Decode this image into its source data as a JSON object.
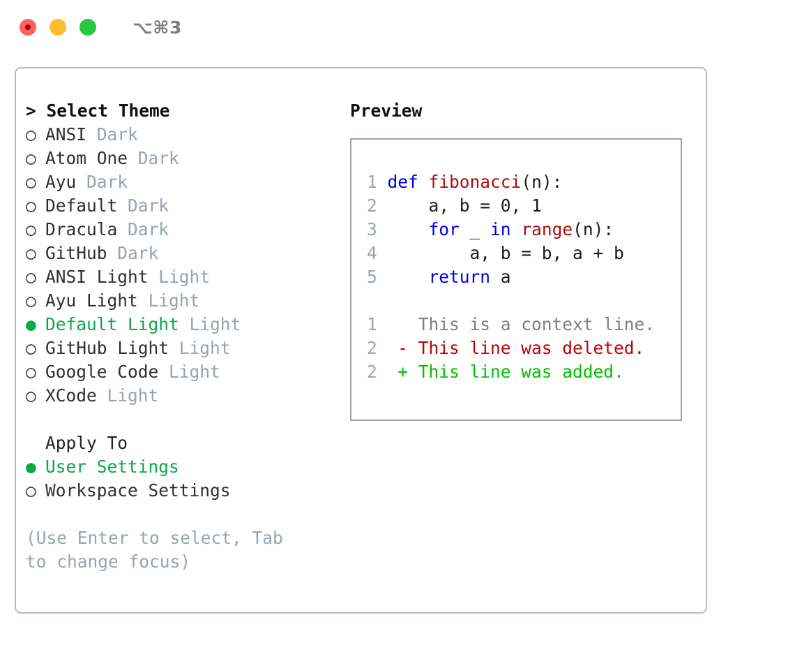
{
  "titlebar": {
    "shortcut": "⌥⌘3",
    "lights": [
      "close",
      "minimize",
      "maximize"
    ]
  },
  "theme_picker": {
    "header_prefix": ">",
    "header": "Select Theme",
    "selected_marker": "●",
    "unselected_marker": "○",
    "items": [
      {
        "name": "ANSI",
        "tag": "Dark",
        "selected": false
      },
      {
        "name": "Atom One",
        "tag": "Dark",
        "selected": false
      },
      {
        "name": "Ayu",
        "tag": "Dark",
        "selected": false
      },
      {
        "name": "Default",
        "tag": "Dark",
        "selected": false
      },
      {
        "name": "Dracula",
        "tag": "Dark",
        "selected": false
      },
      {
        "name": "GitHub",
        "tag": "Dark",
        "selected": false
      },
      {
        "name": "ANSI Light",
        "tag": "Light",
        "selected": false
      },
      {
        "name": "Ayu Light",
        "tag": "Light",
        "selected": false
      },
      {
        "name": "Default Light",
        "tag": "Light",
        "selected": true
      },
      {
        "name": "GitHub Light",
        "tag": "Light",
        "selected": false
      },
      {
        "name": "Google Code",
        "tag": "Light",
        "selected": false
      },
      {
        "name": "XCode",
        "tag": "Light",
        "selected": false
      }
    ]
  },
  "apply_to": {
    "label": "Apply To",
    "options": [
      {
        "name": "User Settings",
        "selected": true
      },
      {
        "name": "Workspace Settings",
        "selected": false
      }
    ]
  },
  "hint": "(Use Enter to select, Tab to change focus)",
  "preview": {
    "title": "Preview",
    "code_lines": [
      {
        "num": "1",
        "indent": "",
        "tokens": [
          {
            "t": "def",
            "c": "kw"
          },
          {
            "t": " ",
            "c": "plain"
          },
          {
            "t": "fibonacci",
            "c": "fn"
          },
          {
            "t": "(n):",
            "c": "plain"
          }
        ]
      },
      {
        "num": "2",
        "indent": "    ",
        "tokens": [
          {
            "t": "a, b = 0, 1",
            "c": "plain"
          }
        ]
      },
      {
        "num": "3",
        "indent": "    ",
        "tokens": [
          {
            "t": "for",
            "c": "kw"
          },
          {
            "t": " _ ",
            "c": "plain"
          },
          {
            "t": "in",
            "c": "kw"
          },
          {
            "t": " ",
            "c": "plain"
          },
          {
            "t": "range",
            "c": "fn"
          },
          {
            "t": "(n):",
            "c": "plain"
          }
        ]
      },
      {
        "num": "4",
        "indent": "        ",
        "tokens": [
          {
            "t": "a, b = b, a + b",
            "c": "plain"
          }
        ]
      },
      {
        "num": "5",
        "indent": "    ",
        "tokens": [
          {
            "t": "return",
            "c": "kw"
          },
          {
            "t": " a",
            "c": "plain"
          }
        ]
      }
    ],
    "diff_lines": [
      {
        "num": "1",
        "sign": " ",
        "text": "This is a context line.",
        "kind": "ctx"
      },
      {
        "num": "2",
        "sign": "-",
        "text": "This line was deleted.",
        "kind": "del"
      },
      {
        "num": "2",
        "sign": "+",
        "text": "This line was added.",
        "kind": "add"
      }
    ]
  },
  "colors": {
    "selected_green": "#0aa84a",
    "diff_added": "#00c000",
    "diff_deleted": "#c00000",
    "keyword_blue": "#0000e6",
    "function_red": "#a81010",
    "muted": "#98a2b0",
    "border": "#b3bbc7"
  }
}
